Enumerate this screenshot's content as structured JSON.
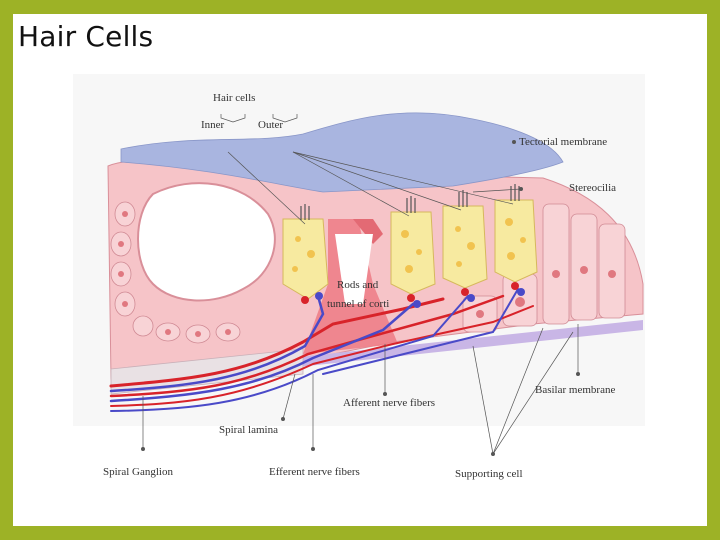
{
  "slide": {
    "title": "Hair Cells"
  },
  "diagram": {
    "labels": {
      "hair_cells": "Hair cells",
      "inner": "Inner",
      "outer": "Outer",
      "tectorial_membrane": "Tectorial membrane",
      "stereocilia": "Stereocilia",
      "rods_line1": "Rods and",
      "rods_line2": "tunnel of corti",
      "afferent": "Afferent nerve fibers",
      "basilar": "Basilar membrane",
      "spiral_lamina": "Spiral lamina",
      "spiral_ganglion": "Spiral Ganglion",
      "efferent": "Efferent nerve fibers",
      "supporting": "Supporting cell"
    },
    "colors": {
      "background_frame": "#9db226",
      "tectorial": "#a9b5e0",
      "tissue": "#f6c4c8",
      "hair_cell": "#f7eaa0",
      "afferent": "#d8232a",
      "efferent": "#4a4ac8",
      "rods": "#ee8088"
    }
  }
}
